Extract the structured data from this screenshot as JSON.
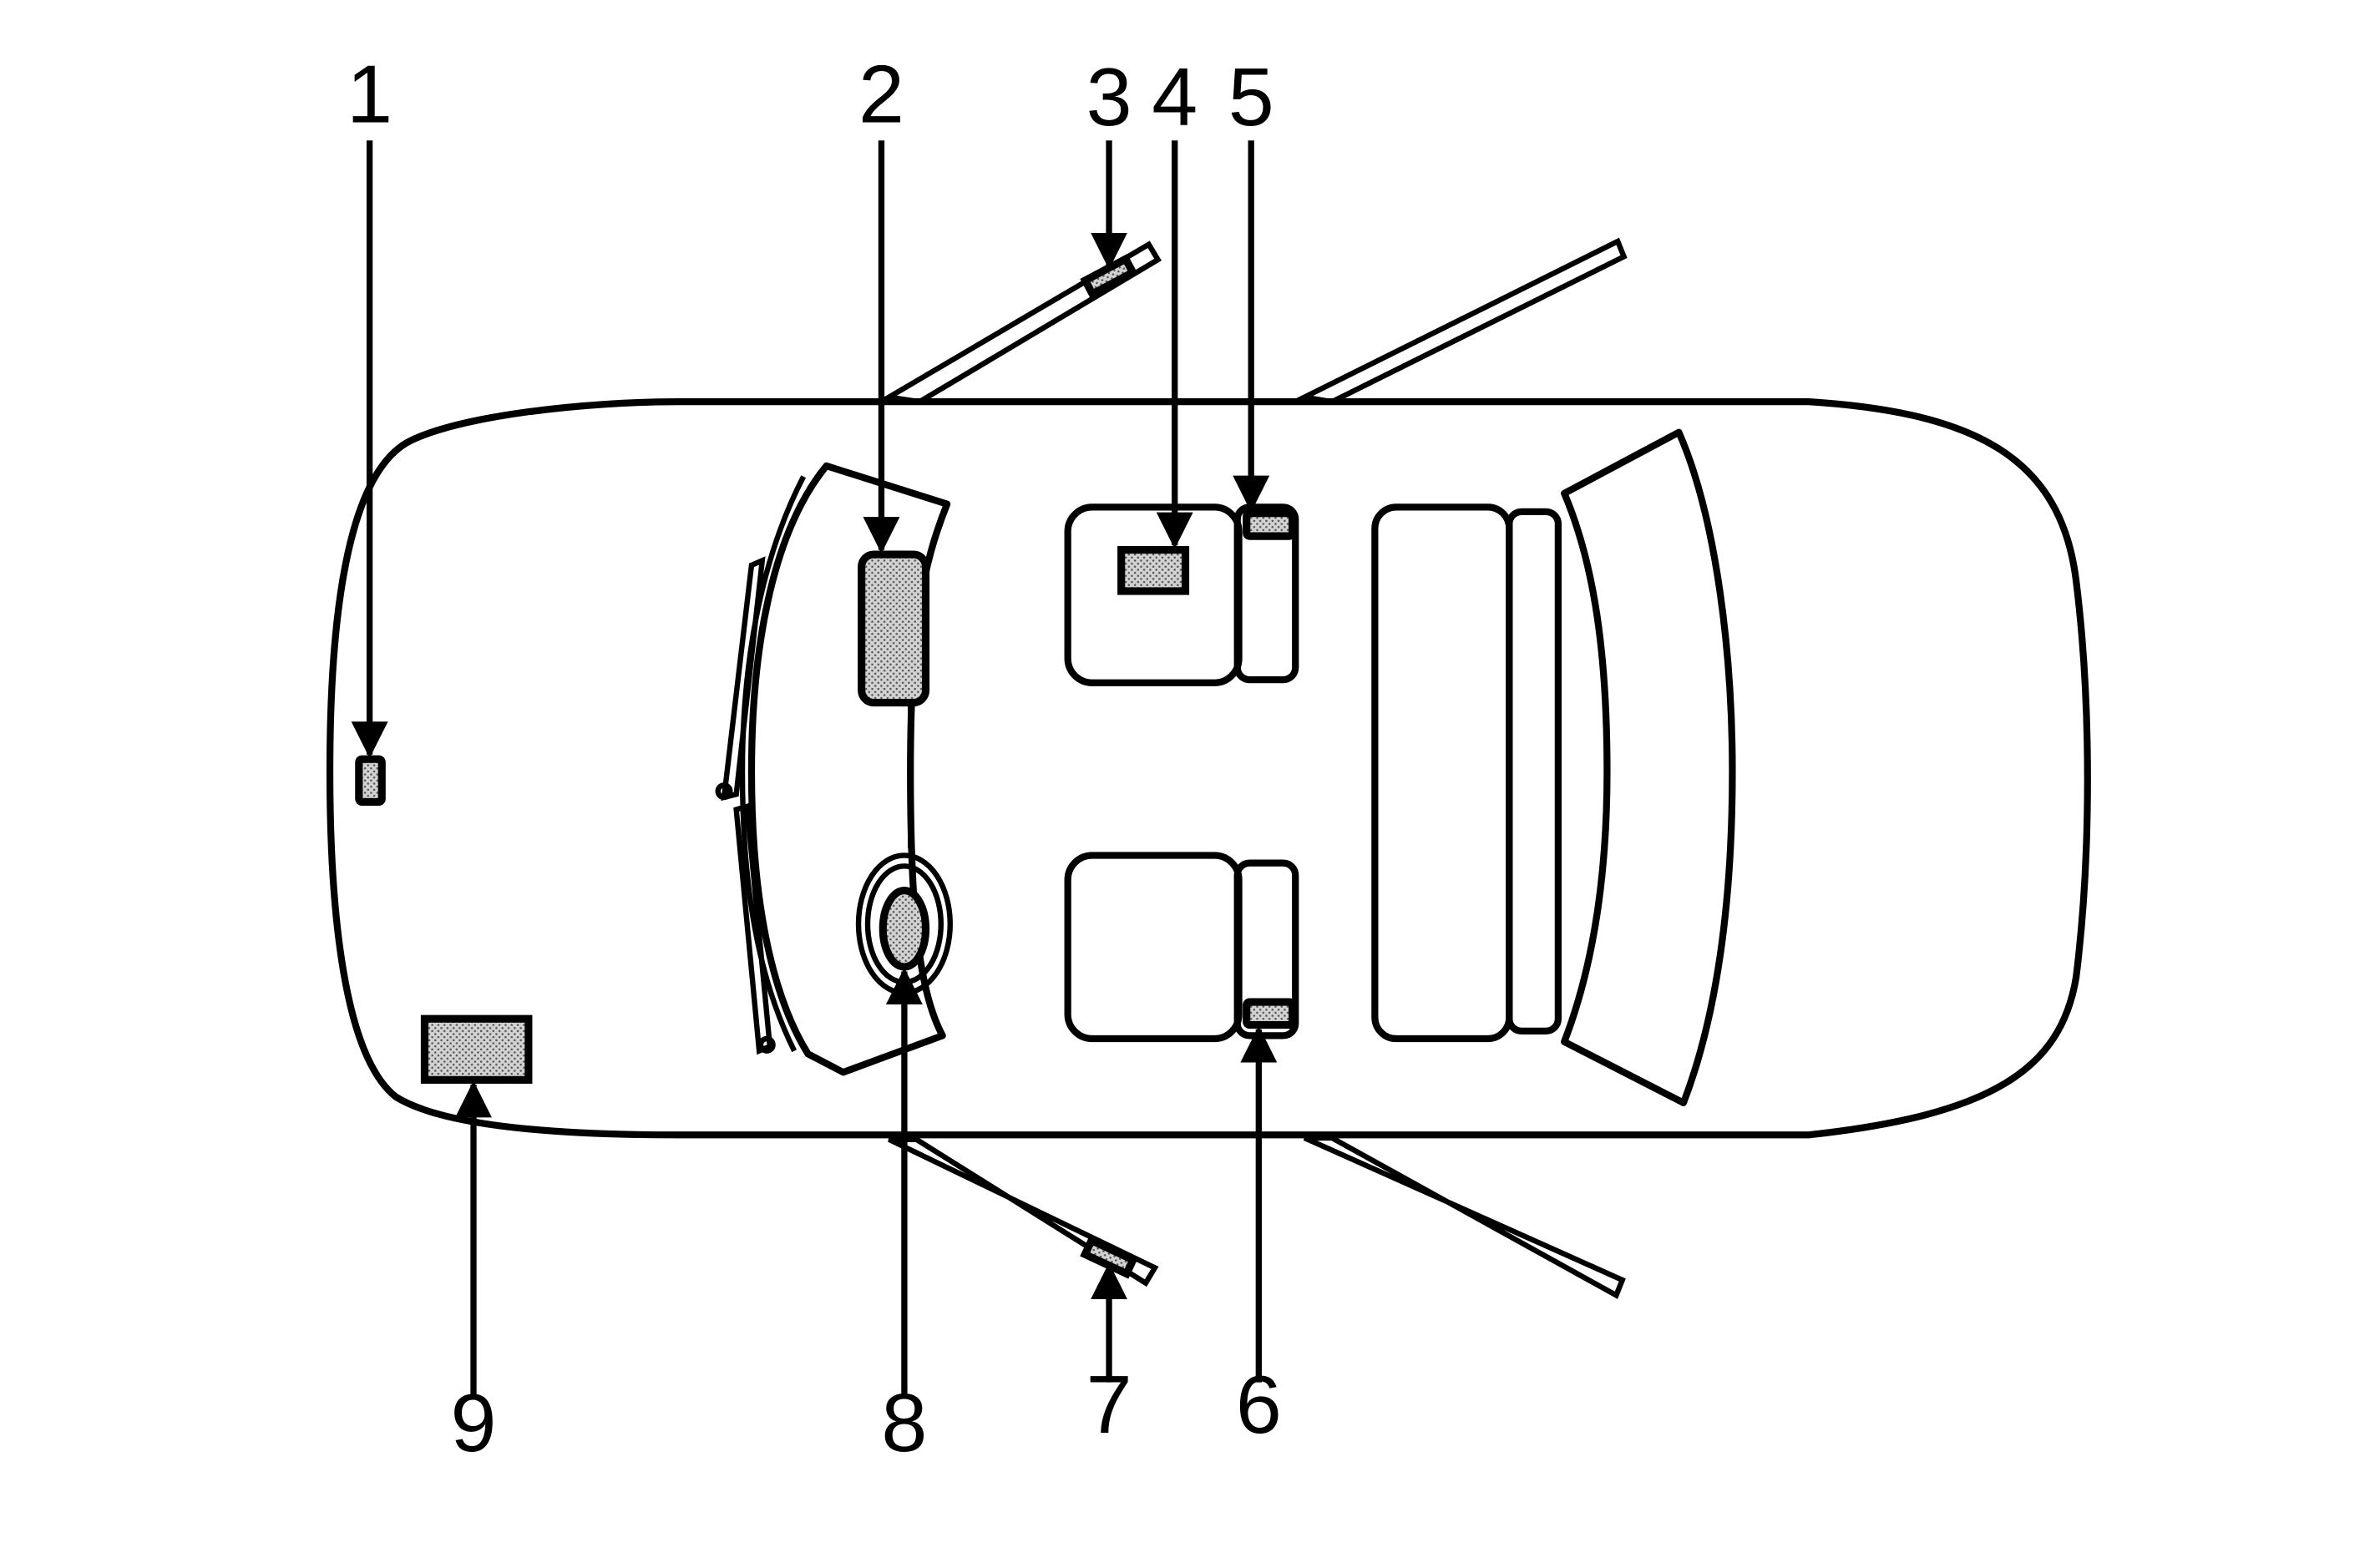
{
  "colors": {
    "line": "#000000",
    "component_fill": "#c4c4c4",
    "background": "#ffffff"
  },
  "callouts": [
    {
      "label": "1"
    },
    {
      "label": "2"
    },
    {
      "label": "3"
    },
    {
      "label": "4"
    },
    {
      "label": "5"
    },
    {
      "label": "6"
    },
    {
      "label": "7"
    },
    {
      "label": "8"
    },
    {
      "label": "9"
    }
  ]
}
